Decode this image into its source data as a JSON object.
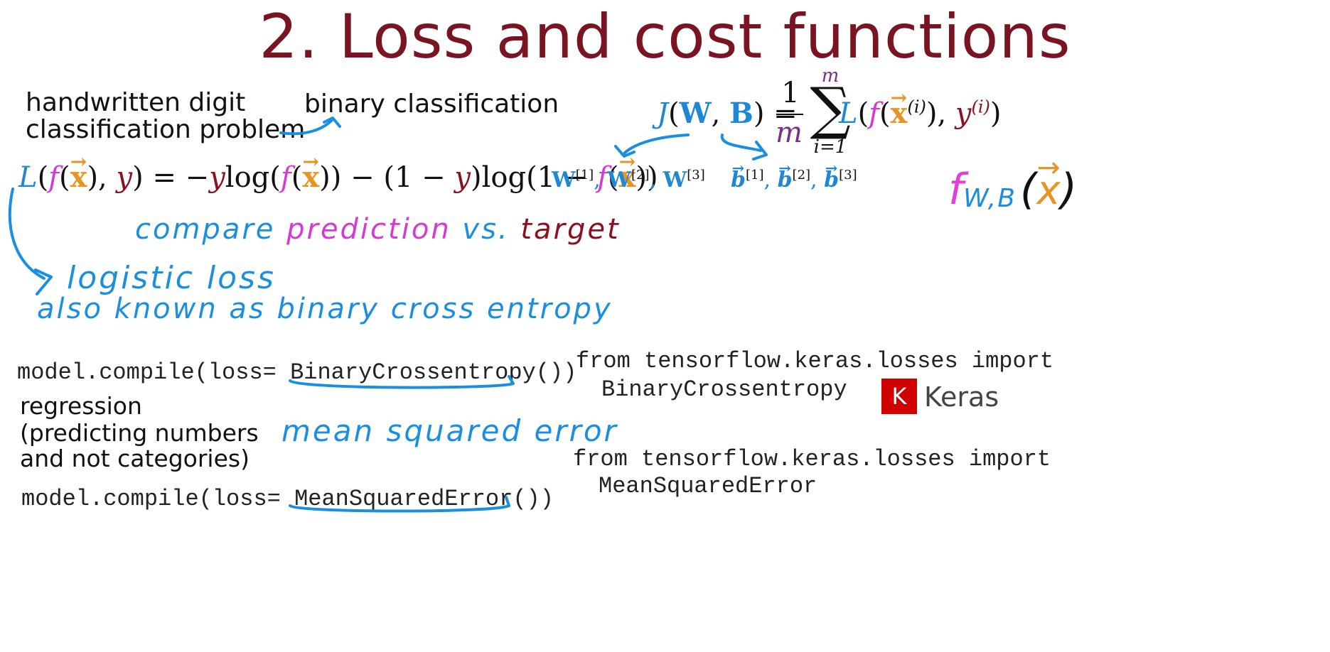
{
  "title": "2. Loss and cost functions",
  "left_top": {
    "line1": "handwritten digit",
    "line2": "classification problem",
    "binary": "binary classification"
  },
  "loss_formula": {
    "L": "L",
    "f": "f",
    "x": "x",
    "y": "y",
    "eq": "=",
    "minus": "−",
    "log": "log",
    "one": "1"
  },
  "handwritten": {
    "compare": "compare",
    "prediction": "prediction",
    "vs": "vs.",
    "target": "target",
    "logistic_loss": "logistic loss",
    "also_known": "also known as binary cross entropy",
    "mean_squared_error": "mean squared error"
  },
  "cost_formula": {
    "J": "J",
    "W": "W",
    "B": "B",
    "one": "1",
    "m": "m",
    "sum_top": "m",
    "sum_bottom": "i=1",
    "i": "(i)"
  },
  "weights": {
    "w1": "W",
    "w1_sup": "[1]",
    "w2": "W",
    "w2_sup": "[2]",
    "w3": "W",
    "w3_sup": "[3]",
    "b1": "b",
    "b1_sup": "[1]",
    "b2": "b",
    "b2_sup": "[2]",
    "b3": "b",
    "b3_sup": "[3]"
  },
  "f_wb": {
    "f": "f",
    "sub": "W,B",
    "x": "x"
  },
  "code": {
    "compile_binary_prefix": "model.compile(loss= ",
    "compile_binary_fn": "BinaryCrossentropy",
    "compile_binary_suffix": "())",
    "import_binary_line1": "from tensorflow.keras.losses import",
    "import_binary_line2": "BinaryCrossentropy",
    "compile_mse_prefix": "model.compile(loss= ",
    "compile_mse_fn": "MeanSquaredError",
    "compile_mse_suffix": "())",
    "import_mse_line1": "from tensorflow.keras.losses import",
    "import_mse_line2": "MeanSquaredError"
  },
  "regression": {
    "line1": "regression",
    "line2": "(predicting numbers",
    "line3": "and not categories)"
  },
  "keras": {
    "k": "K",
    "word": "Keras"
  },
  "colors": {
    "title": "#7a1423",
    "blue": "#1e88d4",
    "handwritten_blue": "#1a8fe0",
    "magenta": "#d63ad3",
    "orange": "#e89422",
    "dark_red": "#8b1020",
    "purple": "#7b2f8e",
    "keras_red": "#d00000"
  }
}
